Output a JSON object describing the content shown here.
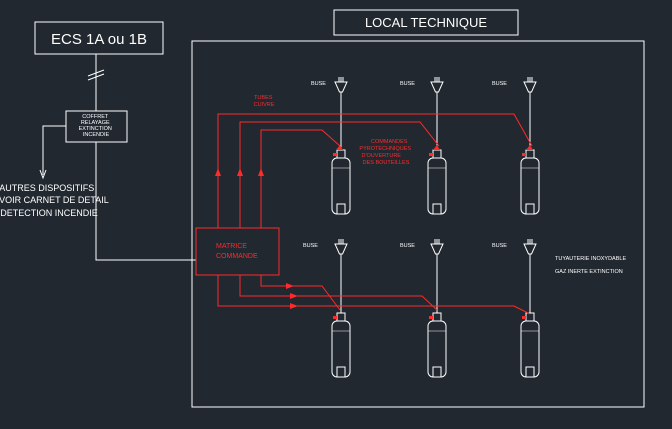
{
  "ecs_label": "ECS 1A ou 1B",
  "room_title": "LOCAL TECHNIQUE",
  "relay_box": [
    "COFFRET",
    "RELAYAGE",
    "EXTINCTION",
    "INCENDIE"
  ],
  "other_devices": [
    "AUTRES DISPOSITIFS",
    "VOIR CARNET DE DETAIL",
    "DETECTION INCENDIE"
  ],
  "matrix": [
    "MATRICE",
    "COMMANDE"
  ],
  "nozzle_label": "BUSE",
  "copper_tubes": [
    "TUBES",
    "CUIVRE"
  ],
  "pyro_commands": [
    "COMMANDES",
    "PYROTECHNIQUES",
    "D'OUVERTURE",
    "DES BOUTEILLES"
  ],
  "legend": [
    "TUYAUTERIE INOXYDABLE",
    "GAZ INERTE EXTINCTION"
  ],
  "colors": {
    "background": "#212830",
    "line": "#ffffff",
    "command": "#ff2a2a"
  }
}
